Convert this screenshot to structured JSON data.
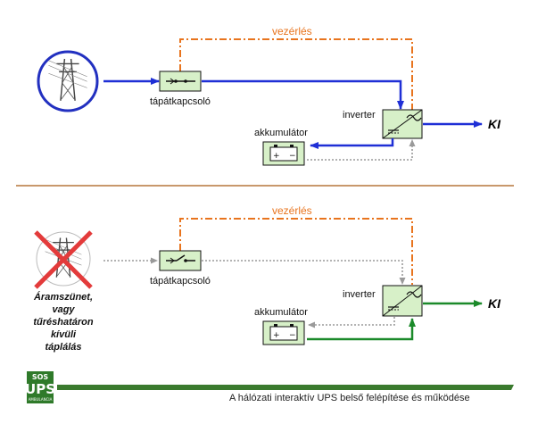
{
  "top": {
    "control_label": "vezérlés",
    "switch_label": "tápátkapcsoló",
    "inverter_label": "inverter",
    "battery_label": "akkumulátor",
    "output_label": "KI"
  },
  "bottom": {
    "control_label": "vezérlés",
    "switch_label": "tápátkapcsoló",
    "inverter_label": "inverter",
    "battery_label": "akkumulátor",
    "output_label": "KI",
    "outage_lines": [
      "Áramszünet,",
      "vagy",
      "tűréshatáron",
      "kívüli",
      "táplálás"
    ]
  },
  "footer": {
    "logo_lines": [
      "SOS",
      "UPS",
      "AMBULANCIA"
    ],
    "caption": "A hálózati interaktív UPS belső felépítése és működése"
  },
  "colors": {
    "mains_flow": "#1f2fd6",
    "battery_flow": "#1b8a2a",
    "control": "#e8741e",
    "idle": "#9a9a9a",
    "divider": "#b5773c",
    "box_fill": "#d7f0c8"
  }
}
